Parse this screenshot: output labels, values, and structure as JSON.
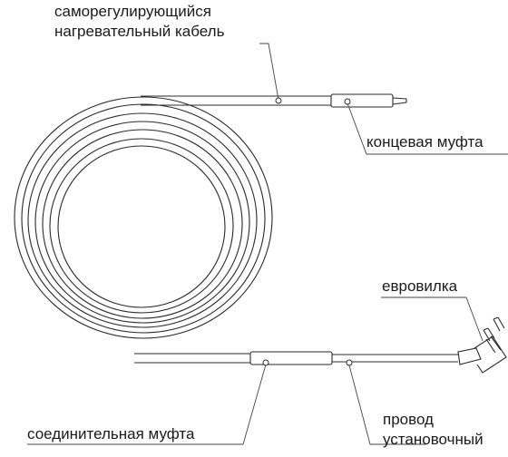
{
  "labels": {
    "cable_line1": "саморегулирующийся",
    "cable_line2": "нагревательный кабель",
    "end_sleeve": "концевая муфта",
    "plug": "евровилка",
    "joint_sleeve": "соединительная муфта",
    "wire_line1": "провод",
    "wire_line2": "установочный"
  },
  "colors": {
    "line": "#2a2a2a",
    "text": "#1a1a1a",
    "background": "#ffffff"
  }
}
